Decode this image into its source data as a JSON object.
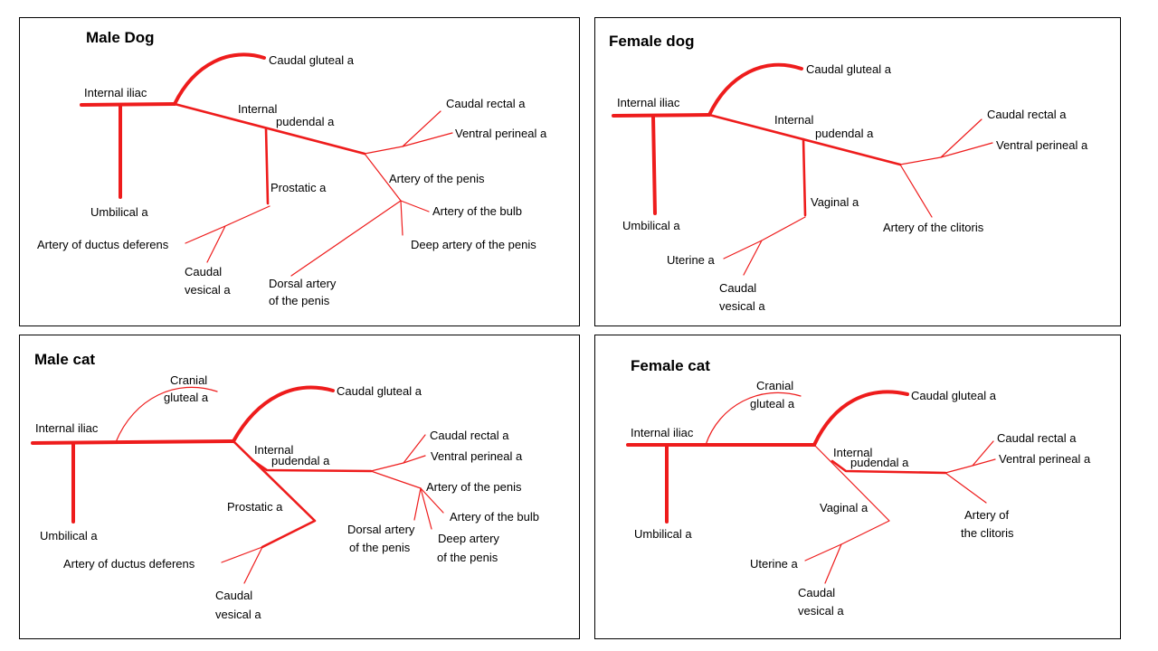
{
  "colors": {
    "artery": "#ee1c1c",
    "border": "#000000",
    "text": "#000000"
  },
  "male_dog": {
    "title": "Male Dog",
    "internal_iliac": "Internal iliac",
    "caudal_gluteal": "Caudal gluteal a",
    "internal_pudendal_1": "Internal",
    "internal_pudendal_2": "pudendal a",
    "caudal_rectal": "Caudal rectal a",
    "ventral_perineal": "Ventral perineal a",
    "artery_of_penis": "Artery of the penis",
    "prostatic": "Prostatic a",
    "artery_of_bulb": "Artery of the bulb",
    "umbilical": "Umbilical a",
    "deep_artery_penis": "Deep artery of the penis",
    "ductus_deferens": "Artery of ductus deferens",
    "caudal_vesical_1": "Caudal",
    "caudal_vesical_2": "vesical a",
    "dorsal_artery_1": "Dorsal artery",
    "dorsal_artery_2": "of the penis"
  },
  "female_dog": {
    "title": "Female dog",
    "caudal_gluteal": "Caudal gluteal a",
    "internal_iliac": "Internal iliac",
    "caudal_rectal": "Caudal rectal a",
    "internal_pudendal_1": "Internal",
    "internal_pudendal_2": "pudendal a",
    "ventral_perineal": "Ventral perineal a",
    "vaginal": "Vaginal a",
    "umbilical": "Umbilical a",
    "artery_of_clitoris": "Artery of the clitoris",
    "uterine": "Uterine a",
    "caudal_vesical_1": "Caudal",
    "caudal_vesical_2": "vesical a"
  },
  "male_cat": {
    "title": "Male cat",
    "cranial_gluteal_1": "Cranial",
    "cranial_gluteal_2": "gluteal a",
    "caudal_gluteal": "Caudal gluteal a",
    "internal_iliac": "Internal iliac",
    "caudal_rectal": "Caudal rectal a",
    "internal_pudendal_1": "Internal",
    "internal_pudendal_2": "pudendal a",
    "ventral_perineal": "Ventral perineal a",
    "artery_of_penis": "Artery of the penis",
    "prostatic": "Prostatic a",
    "artery_of_bulb": "Artery of the bulb",
    "dorsal_artery_1": "Dorsal artery",
    "dorsal_artery_2": "of the penis",
    "umbilical": "Umbilical a",
    "deep_artery_1": "Deep artery",
    "deep_artery_2": "of the penis",
    "ductus_deferens": "Artery of ductus deferens",
    "caudal_vesical_1": "Caudal",
    "caudal_vesical_2": "vesical a"
  },
  "female_cat": {
    "title": "Female cat",
    "cranial_gluteal_1": "Cranial",
    "cranial_gluteal_2": "gluteal a",
    "caudal_gluteal": "Caudal gluteal a",
    "internal_iliac": "Internal iliac",
    "caudal_rectal": "Caudal rectal a",
    "internal_pudendal_1": "Internal",
    "internal_pudendal_2": "pudendal a",
    "ventral_perineal": "Ventral perineal a",
    "vaginal": "Vaginal a",
    "artery_of_clitoris_1": "Artery of",
    "artery_of_clitoris_2": "the clitoris",
    "umbilical": "Umbilical a",
    "uterine": "Uterine a",
    "caudal_vesical_1": "Caudal",
    "caudal_vesical_2": "vesical a"
  }
}
